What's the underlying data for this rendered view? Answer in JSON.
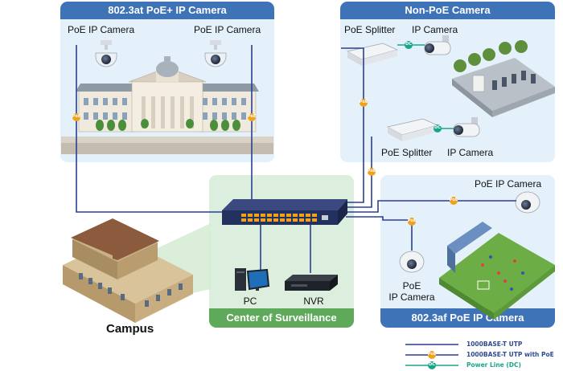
{
  "panels": {
    "poe_plus": {
      "title": "802.3at PoE+ IP Camera",
      "left_camera": "PoE IP Camera",
      "right_camera": "PoE IP Camera"
    },
    "non_poe": {
      "title": "Non-PoE Camera",
      "splitter_top": "PoE Splitter",
      "camera_top": "IP Camera",
      "splitter_bottom": "PoE Splitter",
      "camera_bottom": "IP Camera"
    },
    "poe_af": {
      "title": "802.3af PoE IP Camera",
      "camera_right": "PoE IP Camera",
      "camera_left_line1": "PoE",
      "camera_left_line2": "IP Camera"
    },
    "center": {
      "title": "Center of Surveillance",
      "pc": "PC",
      "nvr": "NVR"
    }
  },
  "campus": {
    "label": "Campus"
  },
  "badges": {
    "poe": "PoE",
    "dc": "DC"
  },
  "legend": {
    "utp": "1000BASE-T UTP",
    "utp_poe": "1000BASE-T UTP with PoE",
    "power_line": "Power Line (DC)"
  },
  "colors": {
    "panel_header": "#3f73b8",
    "panel_bg": "#e4f0fa",
    "center_bg": "#dceedd",
    "center_header": "#5fa95b",
    "utp_line": "#2b3f95",
    "poe_badge": "#f0a21c",
    "dc_line": "#1aa58a",
    "switch": "#23315f"
  }
}
